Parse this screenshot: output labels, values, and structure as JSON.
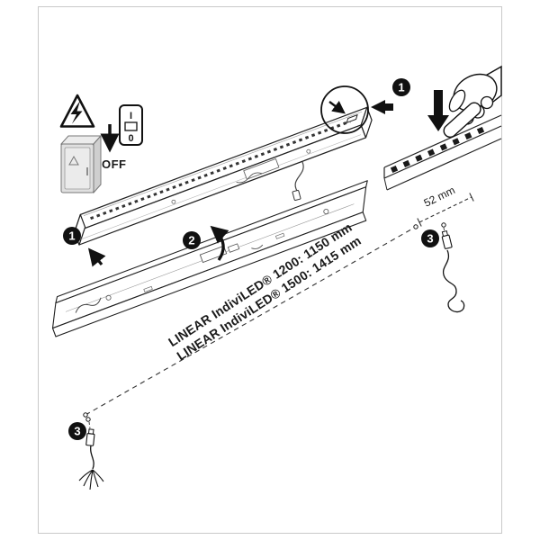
{
  "page": {
    "type": "installation-instruction-diagram",
    "background": "#ffffff",
    "border_color": "#c9c9c9"
  },
  "steps": {
    "step1": "1",
    "step2": "2",
    "step3": "3"
  },
  "labels": {
    "power_off": "OFF",
    "switch_on": "I",
    "switch_off": "0",
    "suspension_distance": "52 mm"
  },
  "product_dimensions": {
    "line1": "LINEAR IndiviLED® 1200: 1150 mm",
    "line2": "LINEAR IndiviLED® 1500: 1415 mm"
  },
  "icons": {
    "high_voltage_warning": "triangle-lightning",
    "power_switch": "rocker-switch-I-0",
    "fuse_box": "electrical-cabinet",
    "pressing_hand": "hand-press",
    "detail_magnifier": "circle-zoom",
    "mains_cable": "stripped-cable",
    "suspension_cable": "hook-cable"
  },
  "colors": {
    "line": "#1a1a1a",
    "fill": "#ffffff",
    "accent_black": "#111111",
    "gray_fill": "#e0e0e0"
  }
}
